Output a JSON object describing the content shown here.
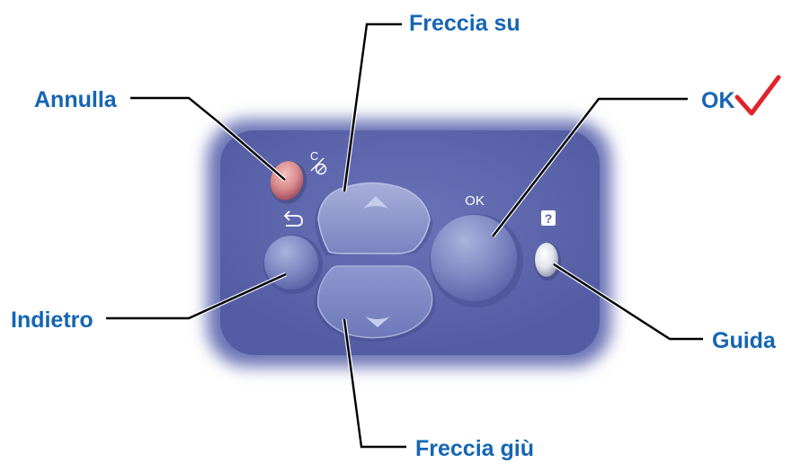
{
  "labels": {
    "cancel": "Annulla",
    "up_arrow": "Freccia su",
    "ok": "OK",
    "back": "Indietro",
    "down_arrow": "Freccia giù",
    "help": "Guida"
  },
  "panel": {
    "ok_button_text": "OK",
    "cancel_symbol": "C",
    "help_symbol": "?"
  },
  "icons": {
    "checkmark": "checkmark-icon",
    "back": "back-arrow-icon",
    "stop": "stop-icon"
  },
  "colors": {
    "label_blue": "#1565b4",
    "panel_blue": "#5a63a8",
    "check_red": "#e0232b",
    "cancel_button": "#d98a8c"
  }
}
